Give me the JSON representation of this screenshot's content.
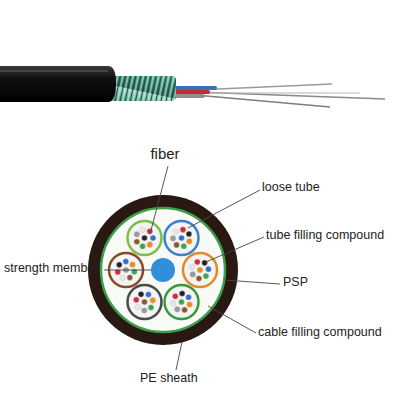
{
  "diagram": {
    "labels": [
      "fiber",
      "loose tube",
      "tube filling compound",
      "strength member",
      "PSP",
      "cable filling compound",
      "PE sheath"
    ]
  }
}
